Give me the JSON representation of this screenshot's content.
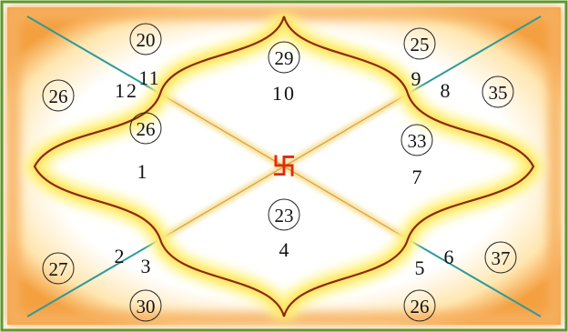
{
  "houses": [
    {
      "house": "1",
      "points": "26"
    },
    {
      "house": "2",
      "points": ""
    },
    {
      "house": "3",
      "points": "30"
    },
    {
      "house": "4",
      "points": "23"
    },
    {
      "house": "5",
      "points": "26"
    },
    {
      "house": "6",
      "points": ""
    },
    {
      "house": "7",
      "points": "33"
    },
    {
      "house": "8",
      "points": "35"
    },
    {
      "house": "9",
      "points": "25"
    },
    {
      "house": "10",
      "points": "29"
    },
    {
      "house": "11",
      "points": "20"
    },
    {
      "house": "12",
      "points": "26"
    }
  ],
  "extra_points": [
    "27",
    "37"
  ],
  "center_symbol": "卐",
  "colors": {
    "border_green": "#5a9a2a",
    "border_orange": "#f08a2a",
    "curve_brown": "#8a2a10",
    "glow_yellow": "#fff27a",
    "diagonal_teal": "#2f9a9a",
    "center_red": "#e02a10"
  }
}
